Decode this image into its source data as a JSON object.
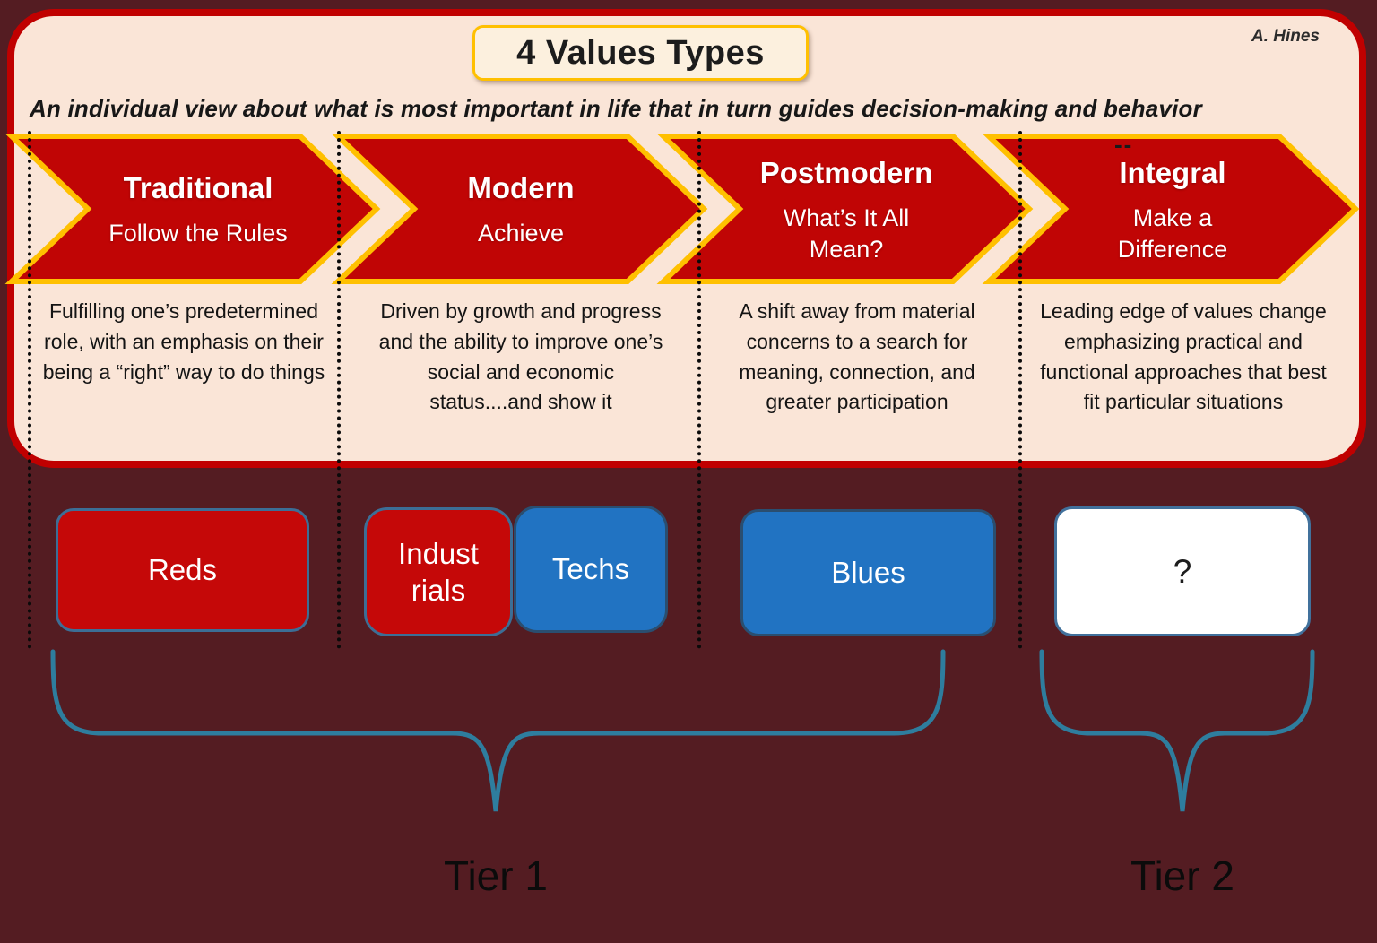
{
  "page": {
    "author": "A. Hines",
    "background": "#541C22"
  },
  "header": {
    "title": "4 Values Types",
    "subtitle": "An individual view about what is most important in life that in turn guides decision-making and behavior",
    "stray_mark": "--"
  },
  "arrows": [
    {
      "title": "Traditional",
      "tagline": "Follow the Rules",
      "description": "Fulfilling one’s predetermined role, with an emphasis on their being a “right” way to do things"
    },
    {
      "title": "Modern",
      "tagline": "Achieve",
      "description": "Driven by growth and progress and the ability to improve one’s social and economic status....and show it"
    },
    {
      "title": "Postmodern",
      "tagline": "What’s It All\nMean?",
      "description": "A shift away from material concerns to a search for meaning, connection, and greater participation"
    },
    {
      "title": "Integral",
      "tagline": "Make a\nDifference",
      "description": "Leading edge of values change emphasizing practical and functional approaches that best fit particular situations"
    }
  ],
  "boxes": [
    {
      "label": "Reds",
      "fill": "#C50808"
    },
    {
      "label": "Indust\nrials",
      "fill": "#C50808"
    },
    {
      "label": "Techs",
      "fill": "#2173C2"
    },
    {
      "label": "Blues",
      "fill": "#2173C2"
    },
    {
      "label": "?",
      "fill": "#FFFFFF"
    }
  ],
  "tiers": [
    {
      "label": "Tier 1"
    },
    {
      "label": "Tier 2"
    }
  ],
  "colors": {
    "panel_fill": "#FAE5D7",
    "panel_border": "#C00000",
    "arrow_fill": "#C00505",
    "arrow_outline": "#FFC000",
    "red_box": "#C50808",
    "blue_box": "#2173C2",
    "box_border": "#3C6E96",
    "brace": "#2E7D9E",
    "background": "#541C22"
  }
}
